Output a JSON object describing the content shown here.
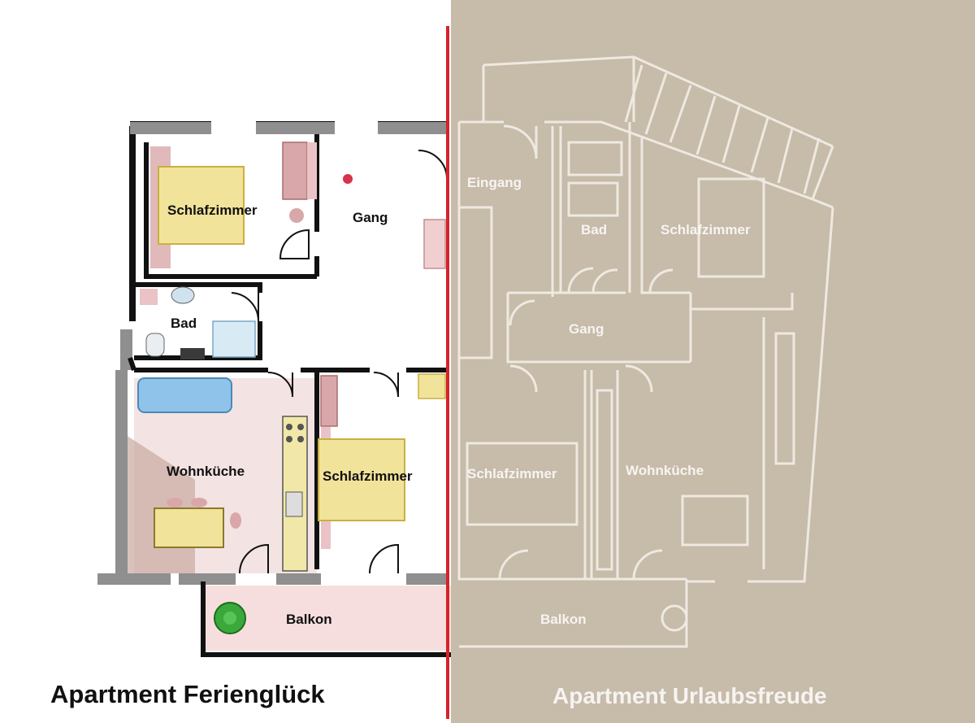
{
  "apartments": {
    "left": {
      "title": "Apartment Ferienglück",
      "rooms": {
        "schlafzimmer_1": "Schlafzimmer",
        "gang": "Gang",
        "bad": "Bad",
        "wohnkueche": "Wohnküche",
        "schlafzimmer_2": "Schlafzimmer",
        "balkon": "Balkon"
      }
    },
    "right": {
      "title": "Apartment Urlaubsfreude",
      "rooms": {
        "eingang": "Eingang",
        "bad": "Bad",
        "schlafzimmer_1": "Schlafzimmer",
        "gang": "Gang",
        "schlafzimmer_2": "Schlafzimmer",
        "wohnkueche": "Wohnküche",
        "balkon": "Balkon"
      }
    }
  },
  "colors": {
    "divider": "#d8222a",
    "right_background": "#c7bba9",
    "wall": "#111111",
    "bed": "#f2e39a",
    "sofa": "#8fc3ea",
    "furniture_pink": "#d9a7aa",
    "plant": "#3aa83a"
  }
}
